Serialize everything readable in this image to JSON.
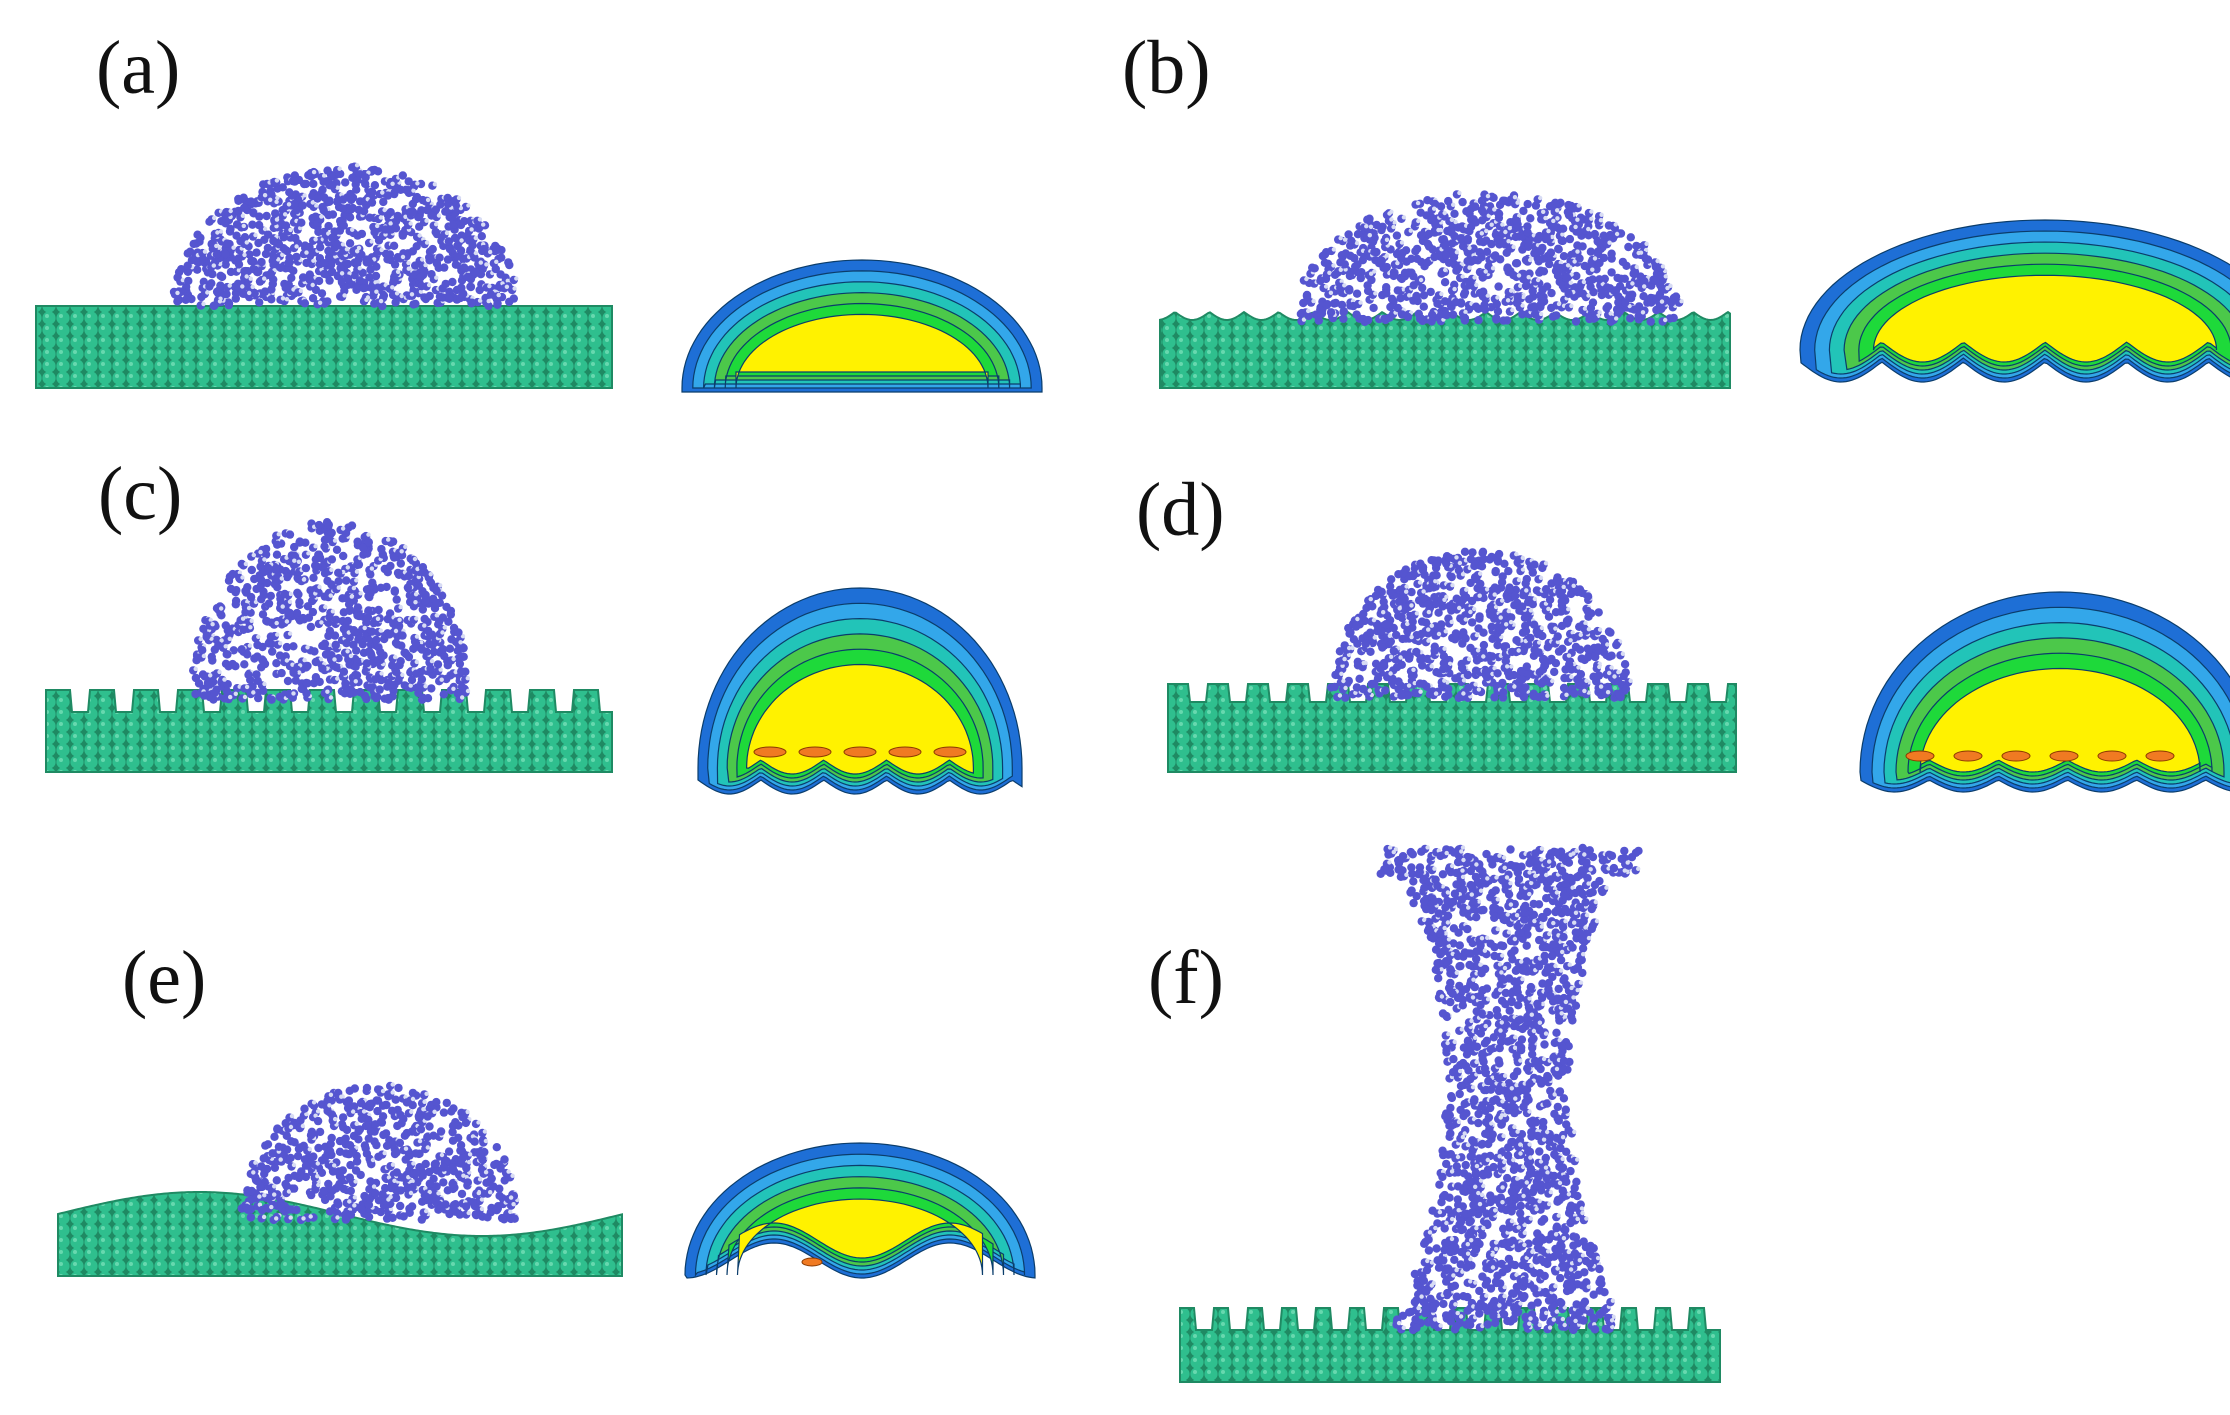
{
  "figure": {
    "panels": [
      {
        "id": "a",
        "label": "(a)",
        "surface": "flat"
      },
      {
        "id": "b",
        "label": "(b)",
        "surface": "fine-roughness"
      },
      {
        "id": "c",
        "label": "(c)",
        "surface": "regular-pillars"
      },
      {
        "id": "d",
        "label": "(d)",
        "surface": "sparse-pillars"
      },
      {
        "id": "e",
        "label": "(e)",
        "surface": "wavy"
      },
      {
        "id": "f",
        "label": "(f)",
        "surface": "tall-pillars-column"
      }
    ],
    "colors": {
      "substrate": "#2fbf8e",
      "substrate_edge": "#1f8a63",
      "droplet": "#5555d0",
      "droplet_highlight": "#d8dcf4",
      "contour_levels": [
        "#1e6fd6",
        "#33a7ea",
        "#22c4b8",
        "#4cc84a",
        "#1ed93a",
        "#fff200"
      ],
      "contour_peak": "#f07a22"
    }
  }
}
